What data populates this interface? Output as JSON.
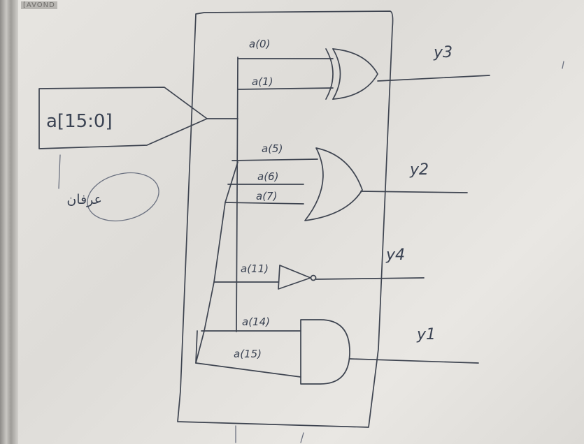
{
  "board_label": "[AVOND",
  "bus_label": "a[15:0]",
  "note_text": "عرفان",
  "gates": {
    "xor": {
      "inputs": [
        "a(0)",
        "a(1)"
      ],
      "output": "y3"
    },
    "or": {
      "inputs": [
        "a(5)",
        "a(6)",
        "a(7)"
      ],
      "output": "y2"
    },
    "not": {
      "inputs": [
        "a(11)"
      ],
      "output": "y4"
    },
    "and": {
      "inputs": [
        "a(14)",
        "a(15)"
      ],
      "output": "y1"
    }
  },
  "colors": {
    "ink": "#3e4450",
    "board": "#e3e1dd"
  }
}
